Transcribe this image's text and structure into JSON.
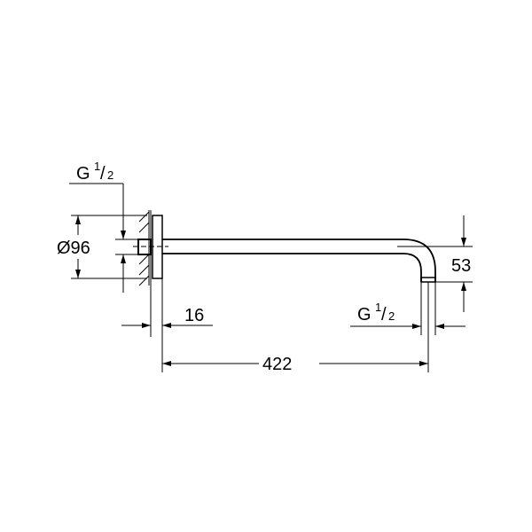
{
  "drawing": {
    "thread_left": {
      "main": "G",
      "num": "1",
      "den": "2"
    },
    "flange_diameter": "Ø96",
    "flange_depth": "16",
    "thread_right": {
      "main": "G",
      "num": "1",
      "den": "2"
    },
    "total_length": "422",
    "drop_height": "53"
  }
}
